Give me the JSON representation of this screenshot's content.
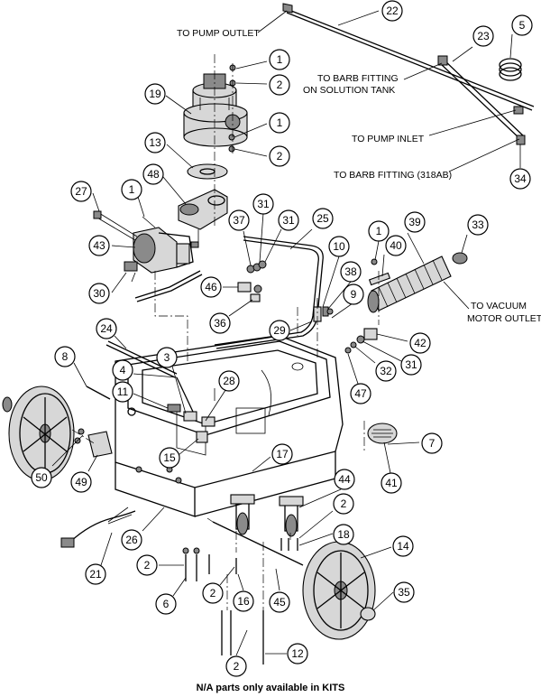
{
  "callouts": {
    "c1a": "1",
    "c2a": "2",
    "c1b": "1",
    "c2b": "2",
    "c19": "19",
    "c13": "13",
    "c48": "48",
    "c27": "27",
    "c1c": "1",
    "c43": "43",
    "c30": "30",
    "c22": "22",
    "c23": "23",
    "c5": "5",
    "c34": "34",
    "c37": "37",
    "c31a": "31",
    "c31b": "31",
    "c25": "25",
    "c46": "46",
    "c36": "36",
    "c39": "39",
    "c33": "33",
    "c10": "10",
    "c1d": "1",
    "c40": "40",
    "c38": "38",
    "c9": "9",
    "c29": "29",
    "c42": "42",
    "c31c": "31",
    "c32": "32",
    "c47": "47",
    "c24": "24",
    "c8": "8",
    "c4": "4",
    "c3": "3",
    "c28": "28",
    "c11": "11",
    "c15": "15",
    "c17": "17",
    "c7": "7",
    "c41": "41",
    "c50": "50",
    "c49": "49",
    "c26": "26",
    "c44": "44",
    "c2c": "2",
    "c18": "18",
    "c21": "21",
    "c2d": "2",
    "c6": "6",
    "c2e": "2",
    "c16": "16",
    "c45": "45",
    "c14": "14",
    "c35": "35",
    "c2f": "2",
    "c12": "12"
  },
  "labels": {
    "pump_outlet": "TO PUMP OUTLET",
    "barb_solution_1": "TO BARB FITTING",
    "barb_solution_2": "ON SOLUTION TANK",
    "pump_inlet": "TO PUMP INLET",
    "barb_318ab": "TO BARB FITTING (318AB)",
    "vacuum_1": "TO VACUUM",
    "vacuum_2": "MOTOR OUTLET"
  },
  "footer": "N/A parts only available in KITS"
}
